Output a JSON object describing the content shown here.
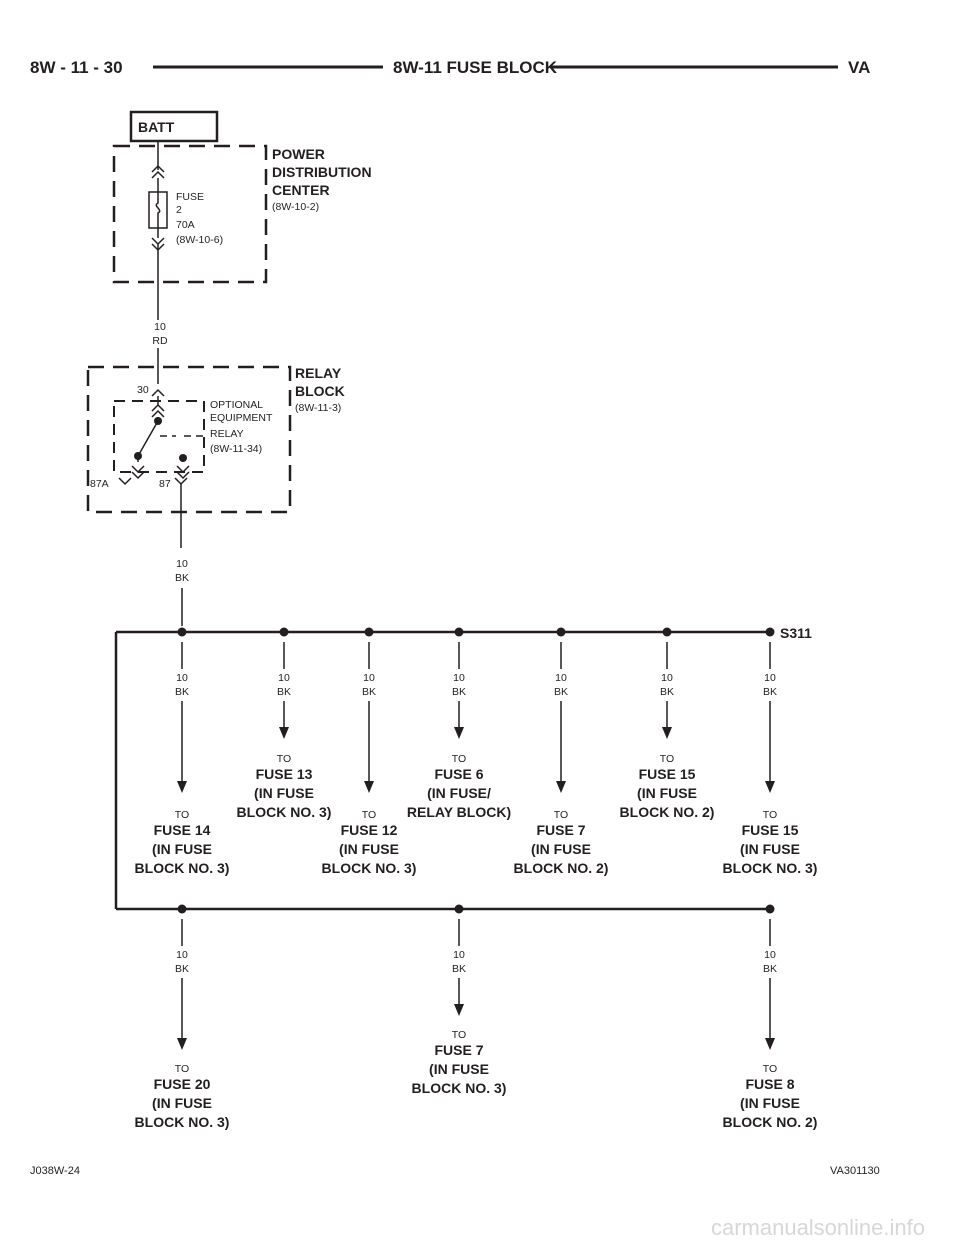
{
  "header": {
    "page": "8W - 11 - 30",
    "title": "8W-11 FUSE BLOCK",
    "model": "VA"
  },
  "batt": {
    "label": "BATT"
  },
  "pdc": {
    "title_lines": [
      "POWER",
      "DISTRIBUTION",
      "CENTER"
    ],
    "ref": "(8W-10-2)",
    "fuse_lines": [
      "FUSE",
      "2",
      "70A",
      "(8W-10-6)"
    ]
  },
  "wire_feed": {
    "gauge": "10",
    "color": "RD"
  },
  "relay_block": {
    "title_lines": [
      "RELAY",
      "BLOCK"
    ],
    "ref": "(8W-11-3)",
    "relay_lines": [
      "OPTIONAL",
      "EQUIPMENT",
      "RELAY",
      "(8W-11-34)"
    ],
    "pin_30": "30",
    "pin_87a": "87A",
    "pin_87": "87"
  },
  "wire_out": {
    "gauge": "10",
    "color": "BK"
  },
  "splice": {
    "label": "S311"
  },
  "branches_top": [
    {
      "gauge": "10",
      "color": "BK",
      "to": "TO",
      "dest": [
        "FUSE 14",
        "(IN FUSE",
        "BLOCK NO. 3)"
      ]
    },
    {
      "gauge": "10",
      "color": "BK",
      "to": "TO",
      "dest": [
        "FUSE 13",
        "(IN FUSE",
        "BLOCK NO. 3)"
      ]
    },
    {
      "gauge": "10",
      "color": "BK",
      "to": "TO",
      "dest": [
        "FUSE 12",
        "(IN FUSE",
        "BLOCK NO. 3)"
      ]
    },
    {
      "gauge": "10",
      "color": "BK",
      "to": "TO",
      "dest": [
        "FUSE 6",
        "(IN FUSE/",
        "RELAY BLOCK)"
      ]
    },
    {
      "gauge": "10",
      "color": "BK",
      "to": "TO",
      "dest": [
        "FUSE 7",
        "(IN FUSE",
        "BLOCK NO. 2)"
      ]
    },
    {
      "gauge": "10",
      "color": "BK",
      "to": "TO",
      "dest": [
        "FUSE 15",
        "(IN FUSE",
        "BLOCK NO. 2)"
      ]
    },
    {
      "gauge": "10",
      "color": "BK",
      "to": "TO",
      "dest": [
        "FUSE 15",
        "(IN FUSE",
        "BLOCK NO. 3)"
      ]
    }
  ],
  "branches_bottom": [
    {
      "gauge": "10",
      "color": "BK",
      "to": "TO",
      "dest": [
        "FUSE 20",
        "(IN FUSE",
        "BLOCK NO. 3)"
      ]
    },
    {
      "gauge": "10",
      "color": "BK",
      "to": "TO",
      "dest": [
        "FUSE 7",
        "(IN FUSE",
        "BLOCK NO. 3)"
      ]
    },
    {
      "gauge": "10",
      "color": "BK",
      "to": "TO",
      "dest": [
        "FUSE 8",
        "(IN FUSE",
        "BLOCK NO. 2)"
      ]
    }
  ],
  "footer": {
    "left": "J038W-24",
    "right": "VA301130"
  },
  "watermark": "carmanualsonline.info",
  "colors": {
    "ink": "#231f20",
    "watermark": "#d7d7d7"
  }
}
